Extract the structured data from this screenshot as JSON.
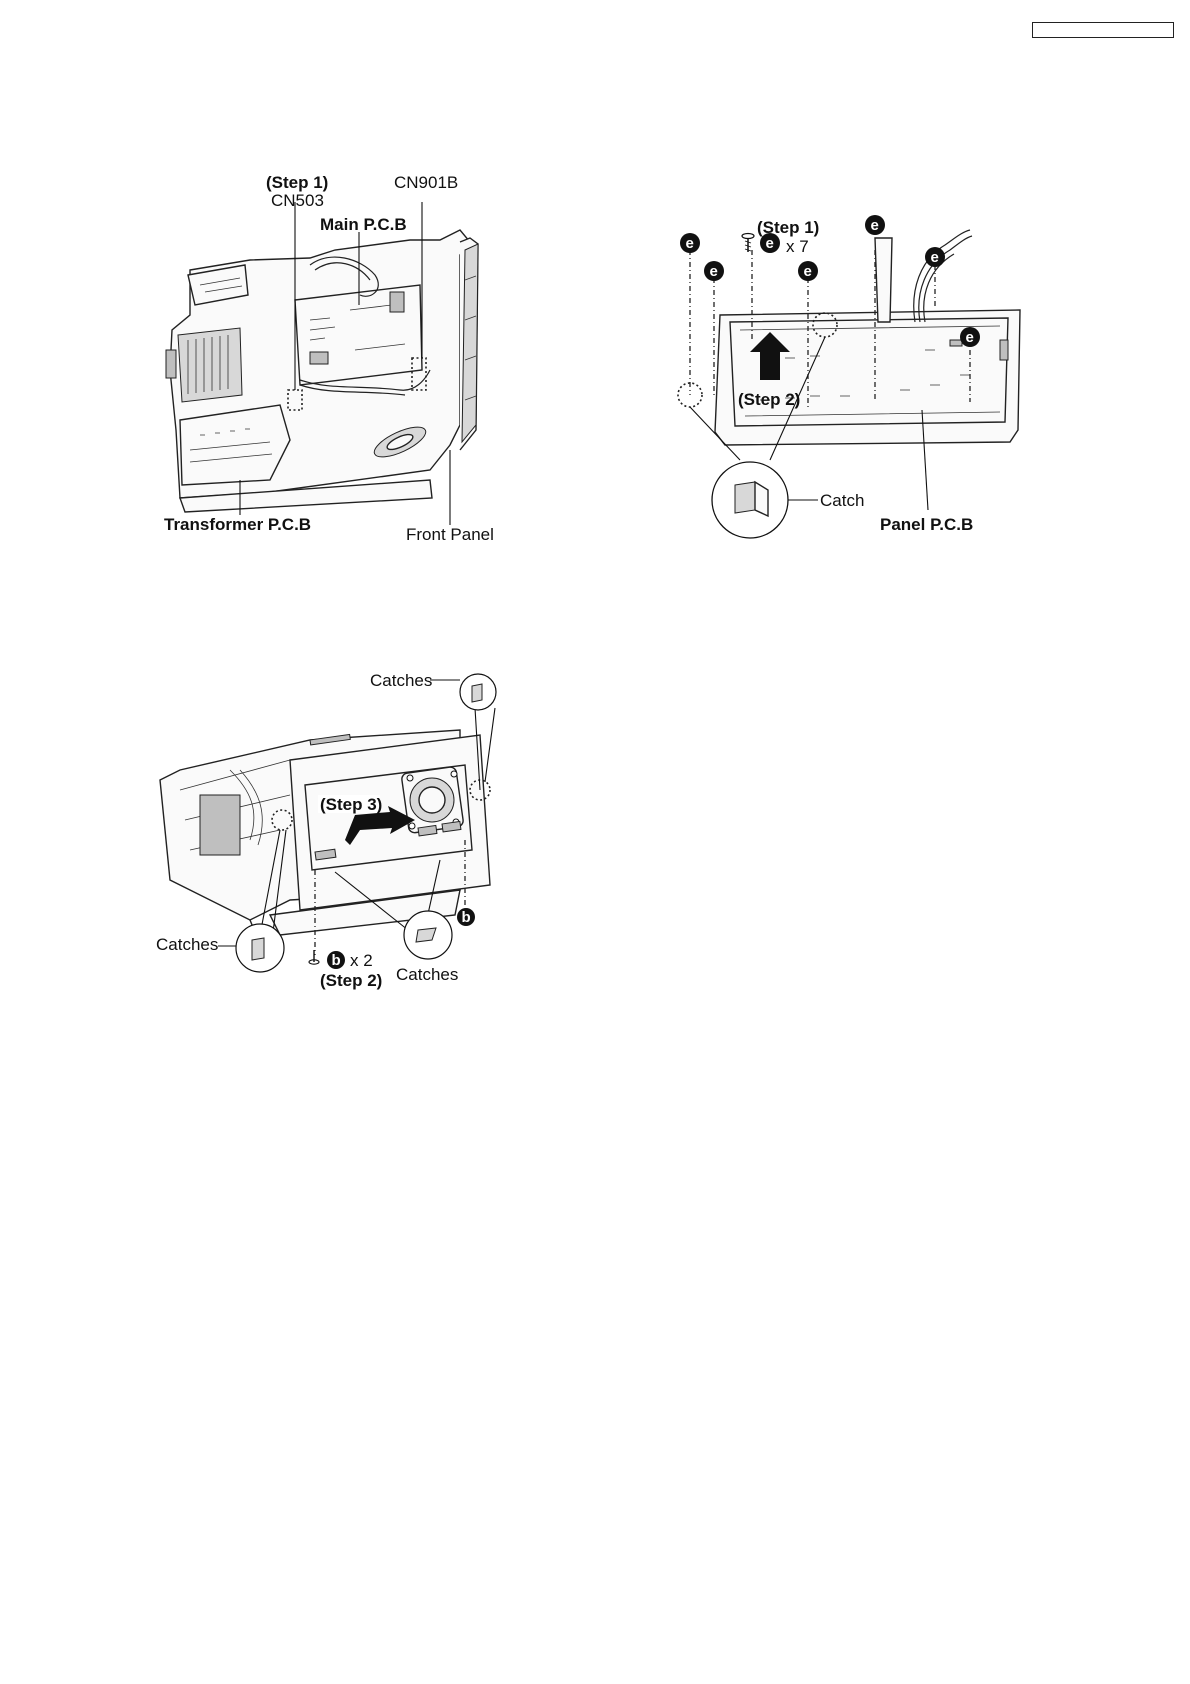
{
  "header": {
    "page_number_box": ""
  },
  "figure_main_pcb": {
    "step1_label": "(Step 1)",
    "cn503_label": "CN503",
    "cn901b_label": "CN901B",
    "main_pcb_label": "Main P.C.B",
    "transformer_pcb_label": "Transformer P.C.B",
    "front_panel_label": "Front Panel"
  },
  "figure_panel_pcb": {
    "step1_label": "(Step 1)",
    "screw_symbol": "e",
    "screw_count": "x 7",
    "step2_label": "(Step 2)",
    "catch_label": "Catch",
    "panel_pcb_label": "Panel P.C.B"
  },
  "figure_front_panel": {
    "catches_top_label": "Catches",
    "catches_left_label": "Catches",
    "catches_bottom_label": "Catches",
    "step3_label": "(Step 3)",
    "screw_symbol": "b",
    "screw_count": "x 2",
    "step2_label": "(Step 2)"
  }
}
